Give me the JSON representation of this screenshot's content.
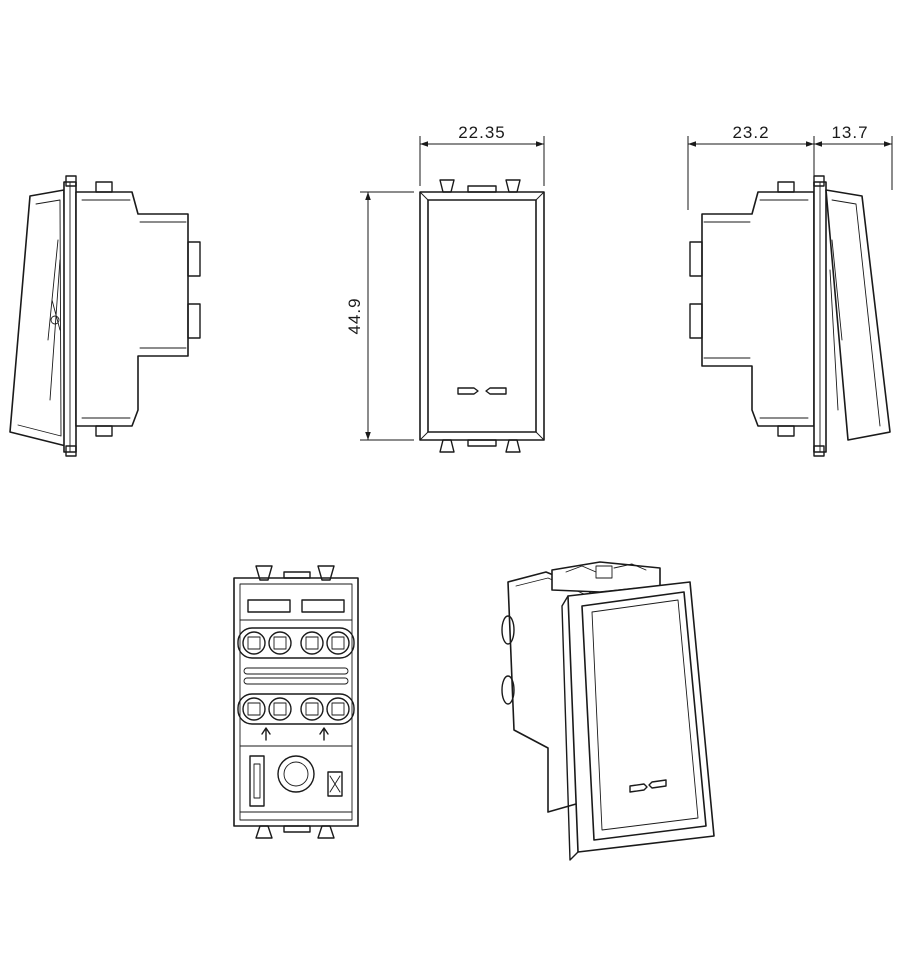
{
  "dimensions": {
    "front_width": "22.35",
    "front_height": "44.9",
    "side_depth": "23.2",
    "key_depth": "13.7"
  }
}
